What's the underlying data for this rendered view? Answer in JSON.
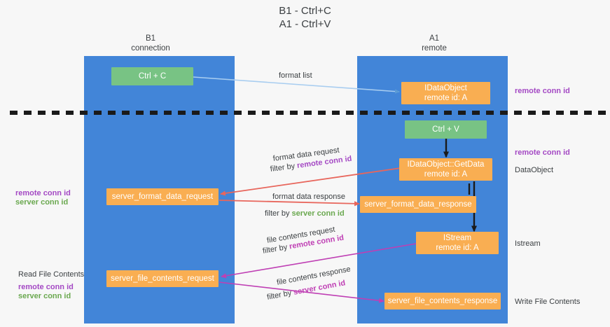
{
  "title": {
    "line1": "B1 - Ctrl+C",
    "line2": "A1 - Ctrl+V"
  },
  "columns": [
    {
      "name": "B1",
      "role": "connection"
    },
    {
      "name": "A1",
      "role": "remote"
    }
  ],
  "nodes": {
    "ctrl_c": {
      "line1": "Ctrl + C"
    },
    "idataobject": {
      "line1": "IDataObject",
      "line2": "remote id: A"
    },
    "ctrl_v": {
      "line1": "Ctrl + V"
    },
    "getdata": {
      "line1": "IDataObject::GetData",
      "line2": "remote id: A"
    },
    "server_format_data_request": {
      "line1": "server_format_data_request"
    },
    "server_format_data_response": {
      "line1": "server_format_data_response"
    },
    "istream": {
      "line1": "IStream",
      "line2": "remote id: A"
    },
    "server_file_contents_request": {
      "line1": "server_file_contents_request"
    },
    "server_file_contents_response": {
      "line1": "server_file_contents_response"
    }
  },
  "edge_labels": {
    "format_list": "format list",
    "format_data_request": "format data request",
    "format_data_request_filter_prefix": "filter by ",
    "format_data_request_filter_key": "remote conn id",
    "format_data_response": "format data response",
    "format_data_response_filter_prefix": "filter by ",
    "format_data_response_filter_key": "server conn id",
    "file_contents_request": "file contents request",
    "file_contents_request_filter_prefix": "filter by ",
    "file_contents_request_filter_key": "remote conn id",
    "file_contents_response": "file contents response",
    "file_contents_response_filter_prefix": "filter by ",
    "file_contents_response_filter_key": "server conn id"
  },
  "annotations": {
    "right_remote_conn_id_top": "remote conn id",
    "right_remote_conn_id_mid": "remote conn id",
    "right_dataobject": "DataObject",
    "right_istream": "Istream",
    "right_write_file_contents": "Write File Contents",
    "left_remote_conn_id_mid": "remote conn id",
    "left_server_conn_id_mid": "server conn id",
    "left_read_file_contents": "Read File Contents",
    "left_remote_conn_id_bottom": "remote conn id",
    "left_server_conn_id_bottom": "server conn id"
  },
  "colors": {
    "lane": "#4285d8",
    "node_green": "#78c384",
    "node_orange": "#f9ae52",
    "divider": "#1a1a1a",
    "arrow_blue": "#a8cdf0",
    "arrow_black": "#1a1a1a",
    "arrow_red": "#e8665c",
    "arrow_magenta": "#bf3fb4",
    "text_purple": "#a449c4",
    "text_green": "#6aa84f",
    "background": "#f7f7f7"
  }
}
